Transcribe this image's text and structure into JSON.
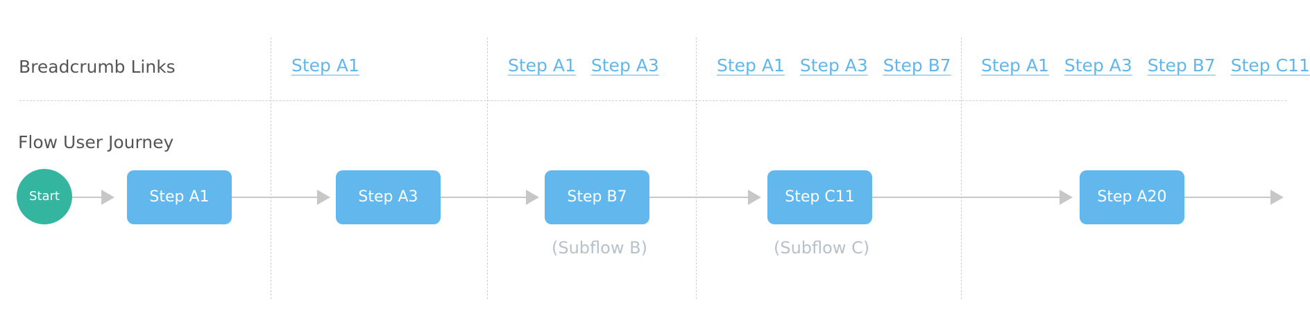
{
  "sections": {
    "breadcrumb_title": "Breadcrumb Links",
    "flow_title": "Flow User Journey"
  },
  "breadcrumb_groups": [
    [
      "Step A1"
    ],
    [
      "Step A1",
      "Step A3"
    ],
    [
      "Step A1",
      "Step A3",
      "Step B7"
    ],
    [
      "Step A1",
      "Step A3",
      "Step B7",
      "Step C11"
    ]
  ],
  "flow": {
    "start_label": "Start",
    "steps": [
      "Step A1",
      "Step A3",
      "Step B7",
      "Step C11",
      "Step A20"
    ],
    "subflows": [
      "(Subflow B)",
      "(Subflow C)"
    ]
  },
  "colors": {
    "start": "#34b59f",
    "step": "#62b7ec",
    "link": "#61b6ea",
    "connector": "#c7c7c7",
    "subflow_text": "#b7c1c9",
    "heading_text": "#555555"
  }
}
